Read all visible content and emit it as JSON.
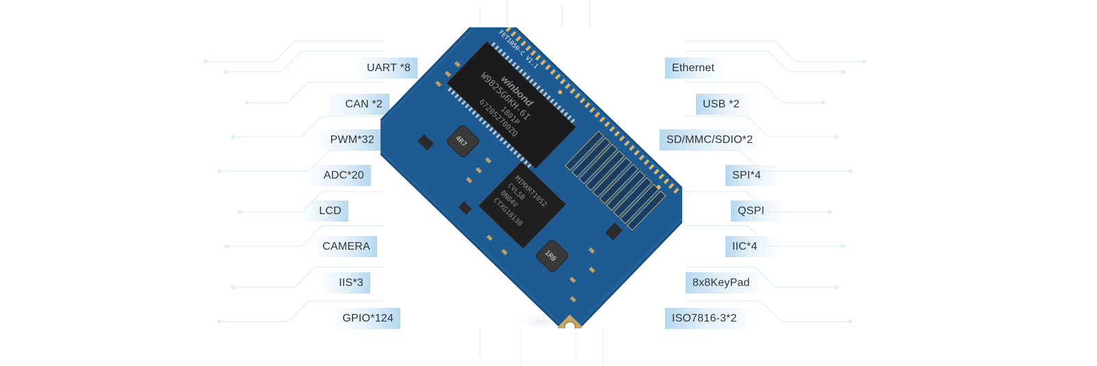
{
  "features_left": [
    "UART *8",
    "CAN *2",
    "PWM*32",
    "ADC*20",
    "LCD",
    "CAMERA",
    "IIS*3",
    "GPIO*124"
  ],
  "features_right": [
    "Ethernet",
    "USB *2",
    "SD/MMC/SDIO*2",
    "SPI*4",
    "QSPI",
    "IIC*4",
    "8x8KeyPad",
    "ISO7816-3*2"
  ],
  "board": {
    "silkscreen": "FET1050-C V1.1",
    "memory_chip": {
      "brand": "winbond",
      "lines": [
        "W9825G6KH-6I",
        "1801P",
        "6720S2700ZQ"
      ]
    },
    "processor_chip": {
      "lines": [
        "MIMXRT1052",
        "CVL5B",
        "0N84V",
        "CTXG1813B"
      ]
    },
    "inductor_labels": [
      "4R7",
      "1R0"
    ]
  },
  "colors": {
    "pcb": "#1f5b93",
    "label_tint": "#b6d8ef",
    "trace": "#d9ecf7"
  }
}
